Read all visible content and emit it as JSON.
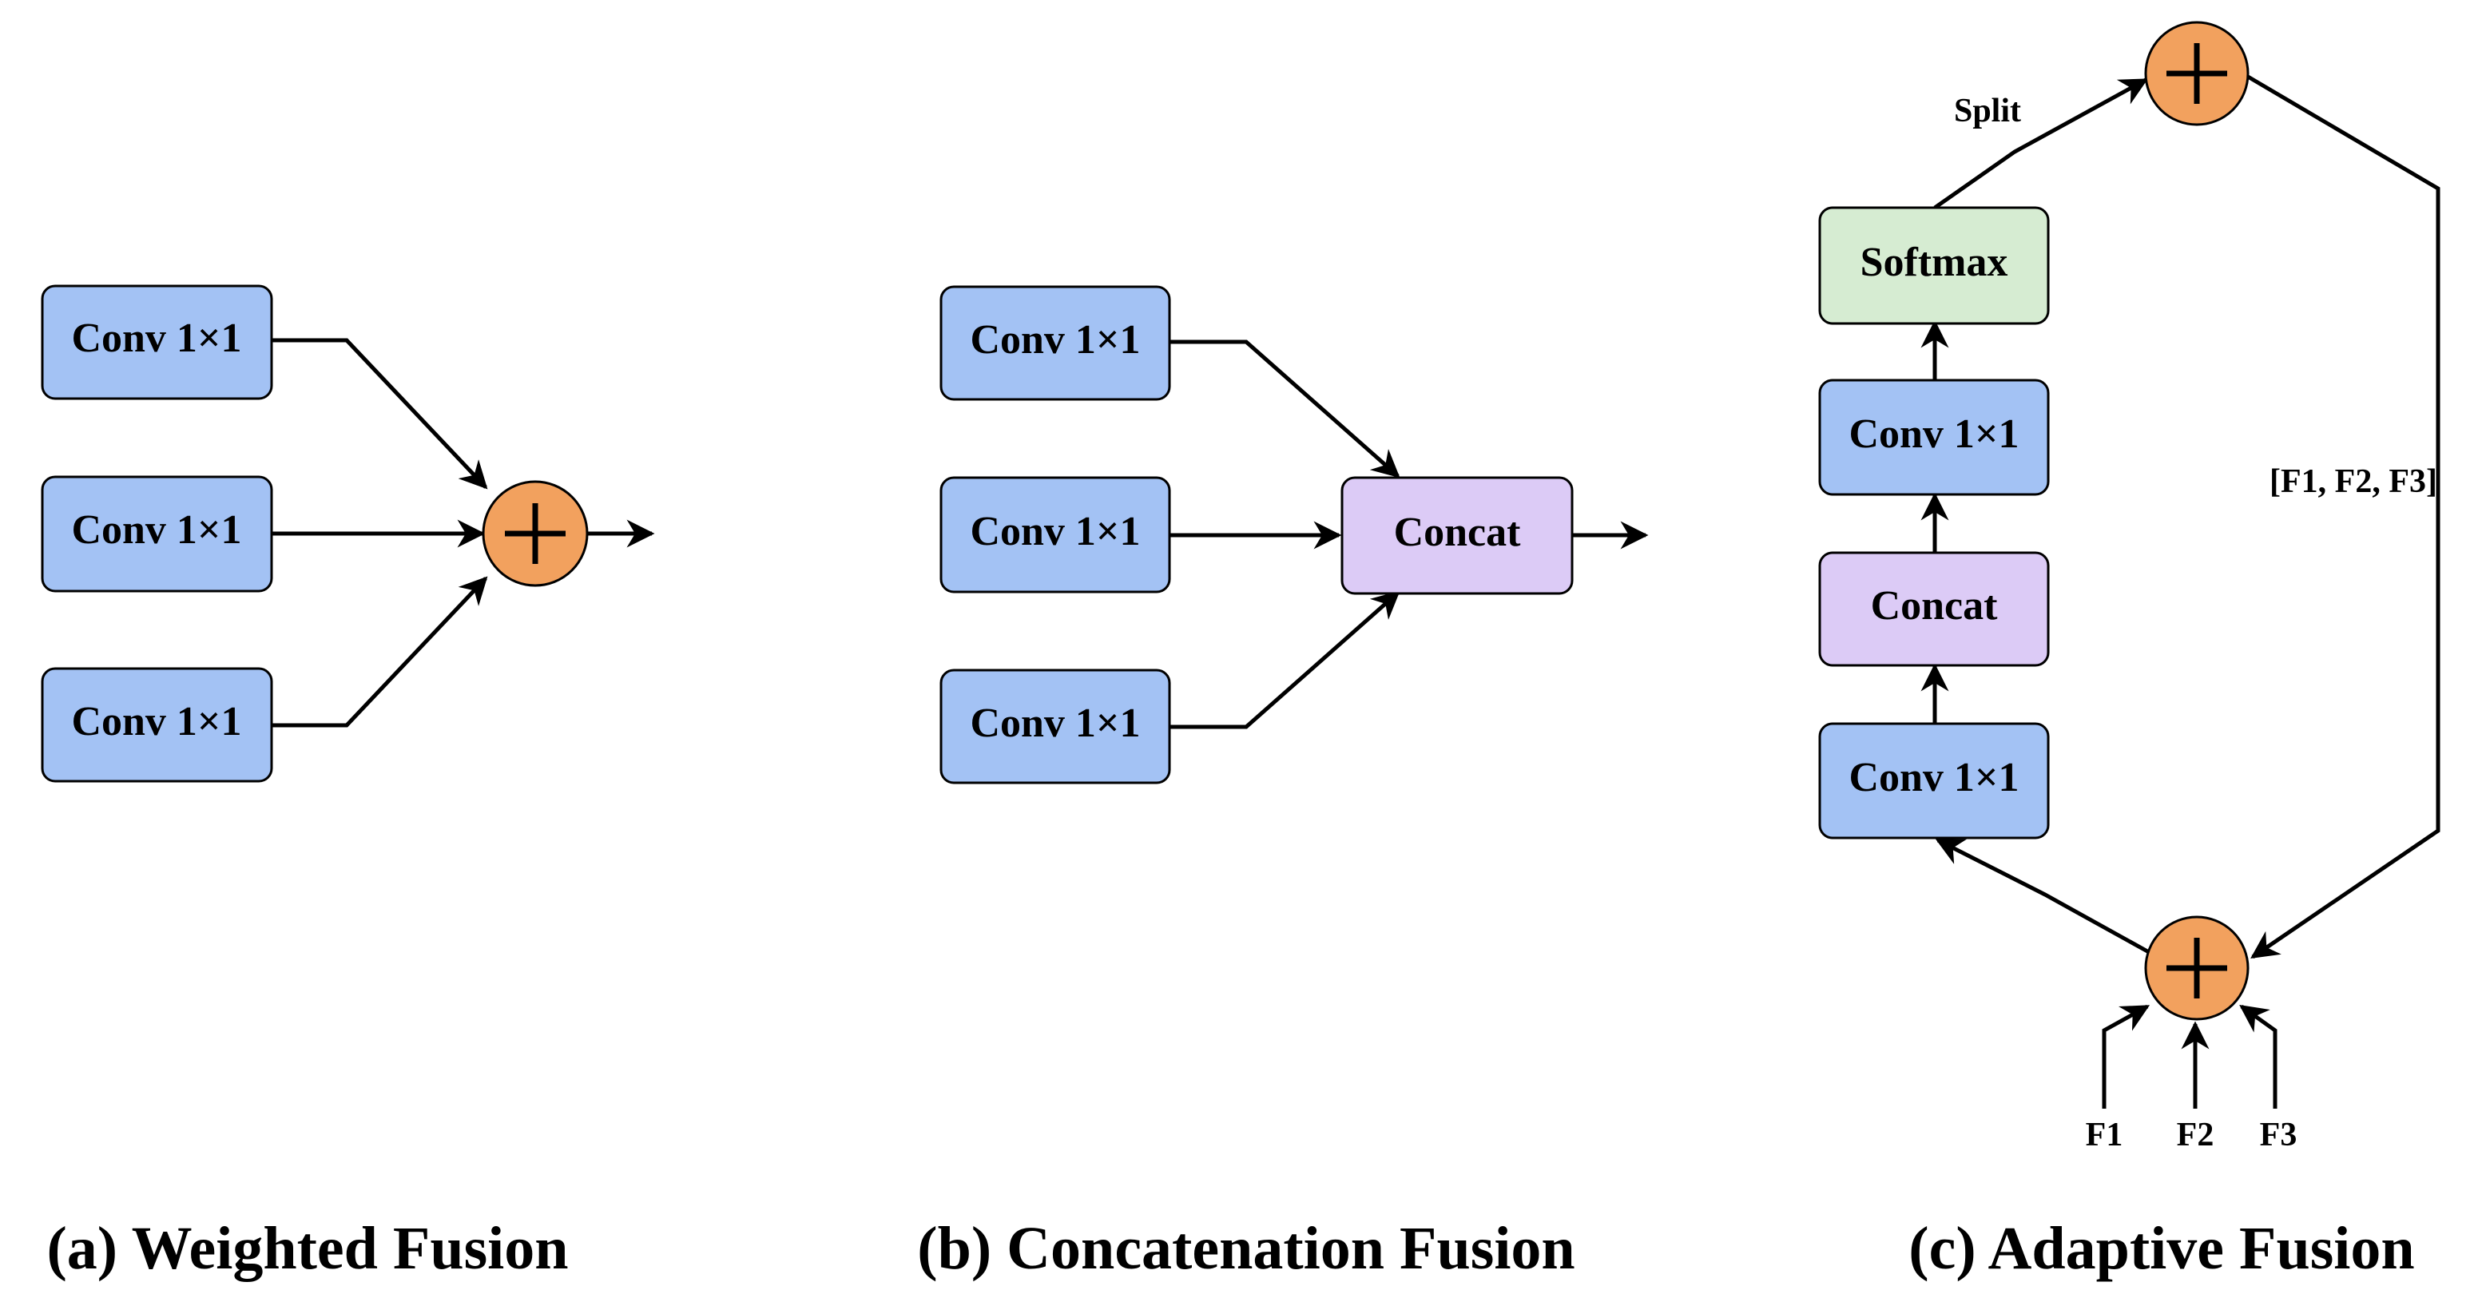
{
  "colors": {
    "conv": "#a3c2f4",
    "concat": "#dccbf6",
    "softmax": "#d6ecd2",
    "adder": "#f2a15e",
    "stroke": "#000000"
  },
  "panel_a": {
    "conv_labels": [
      "Conv 1×1",
      "Conv 1×1",
      "Conv 1×1"
    ],
    "adder_icon": "plus-icon",
    "caption": "(a) Weighted Fusion"
  },
  "panel_b": {
    "conv_labels": [
      "Conv 1×1",
      "Conv 1×1",
      "Conv 1×1"
    ],
    "concat_label": "Concat",
    "caption": "(b) Concatenation Fusion"
  },
  "panel_c": {
    "softmax_label": "Softmax",
    "conv_top_label": "Conv 1×1",
    "concat_label": "Concat",
    "conv_bottom_label": "Conv 1×1",
    "split_label": "Split",
    "skip_label": "[F1, F2, F3]",
    "inputs": [
      "F1",
      "F2",
      "F3"
    ],
    "adder_icon": "plus-icon",
    "caption": "(c) Adaptive Fusion"
  }
}
